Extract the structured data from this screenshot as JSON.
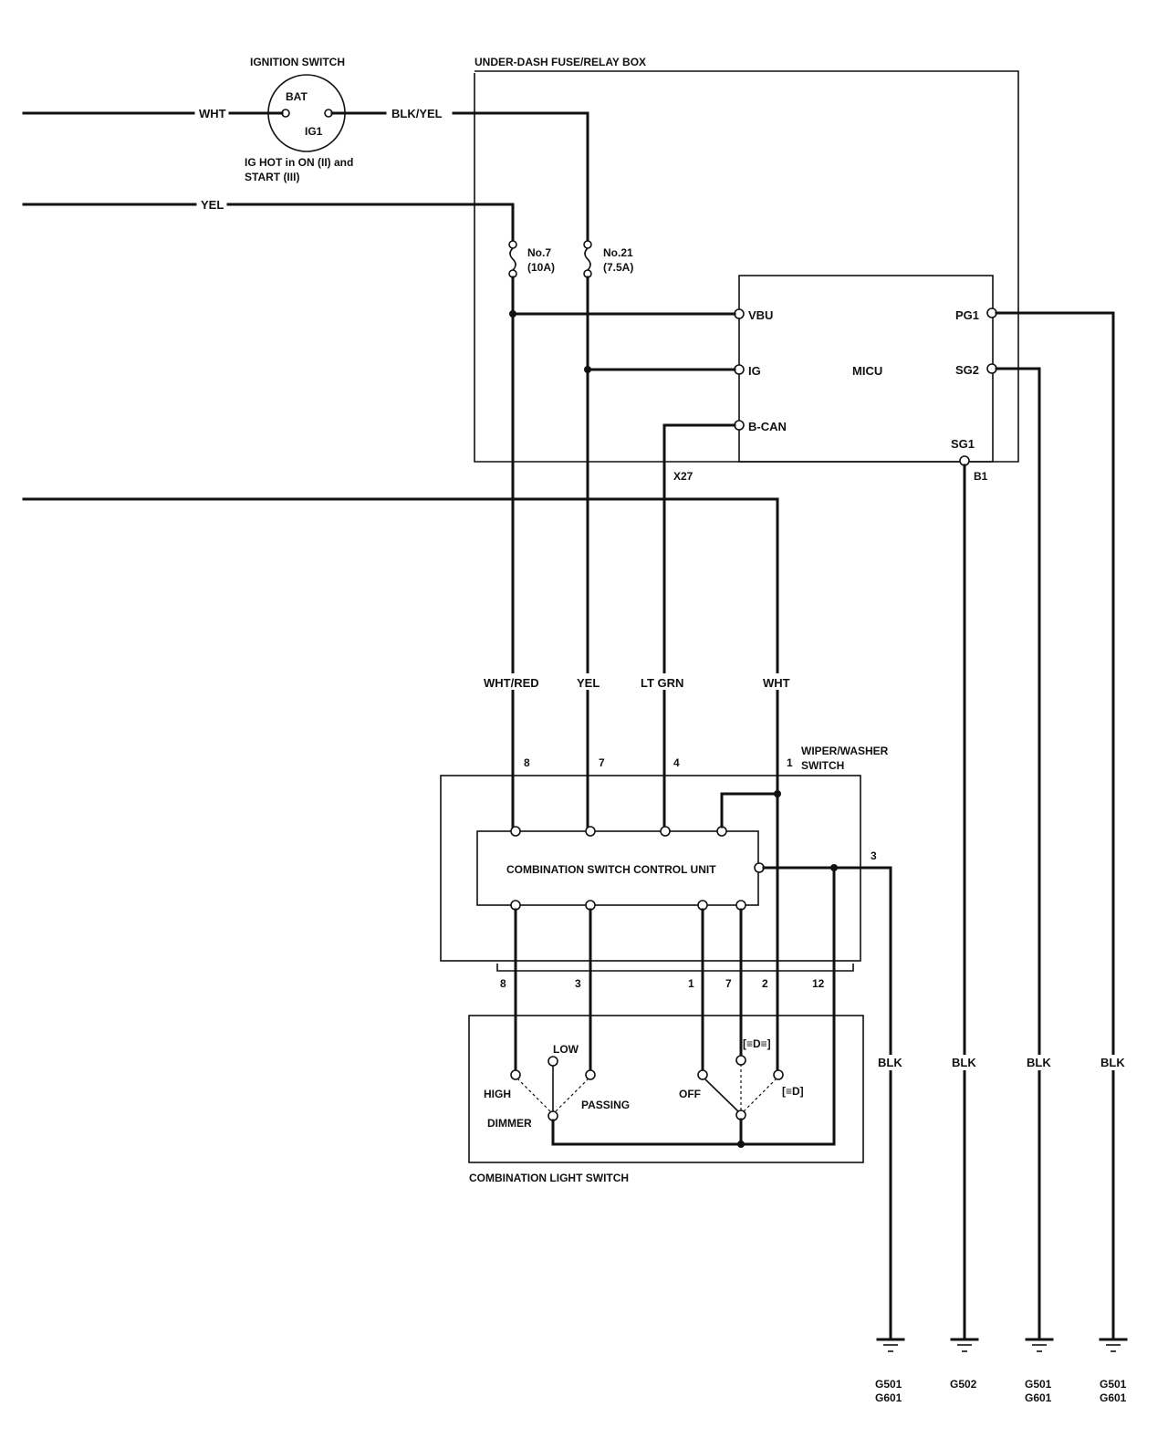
{
  "ignition_switch": {
    "title": "IGNITION SWITCH",
    "terminal_bat": "BAT",
    "terminal_ig1": "IG1",
    "note_line1": "IG HOT in ON (II) and",
    "note_line2": "START (III)"
  },
  "fuse_box": {
    "title": "UNDER-DASH FUSE/RELAY BOX",
    "fuse_7_name": "No.7",
    "fuse_7_rating": "(10A)",
    "fuse_21_name": "No.21",
    "fuse_21_rating": "(7.5A)",
    "connector": "X27"
  },
  "micu": {
    "title": "MICU",
    "pins": {
      "vbu": "VBU",
      "ig": "IG",
      "bcan": "B-CAN",
      "pg1": "PG1",
      "sg2": "SG2",
      "sg1": "SG1",
      "b1": "B1"
    }
  },
  "wires": {
    "wht_left": "WHT",
    "blk_yel": "BLK/YEL",
    "yel_left": "YEL",
    "wht_red": "WHT/RED",
    "yel": "YEL",
    "lt_grn": "LT GRN",
    "wht": "WHT",
    "blk": "BLK"
  },
  "wiper_switch": {
    "title_line1": "WIPER/WASHER",
    "title_line2": "SWITCH",
    "pin_8": "8",
    "pin_7": "7",
    "pin_4": "4",
    "pin_1": "1",
    "pin_3": "3"
  },
  "control_unit": {
    "title": "COMBINATION SWITCH CONTROL UNIT"
  },
  "light_switch": {
    "title": "COMBINATION LIGHT SWITCH",
    "pin_8": "8",
    "pin_3": "3",
    "pin_1": "1",
    "pin_7": "7",
    "pin_2": "2",
    "pin_12": "12",
    "high": "HIGH",
    "low": "LOW",
    "dimmer": "DIMMER",
    "passing": "PASSING",
    "off": "OFF",
    "pos_1": "[≡D≡]",
    "pos_2": "[≡D]"
  },
  "grounds": {
    "g1_a": "G501",
    "g1_b": "G601",
    "g2_a": "G502",
    "g3_a": "G501",
    "g3_b": "G601",
    "g4_a": "G501",
    "g4_b": "G601"
  }
}
